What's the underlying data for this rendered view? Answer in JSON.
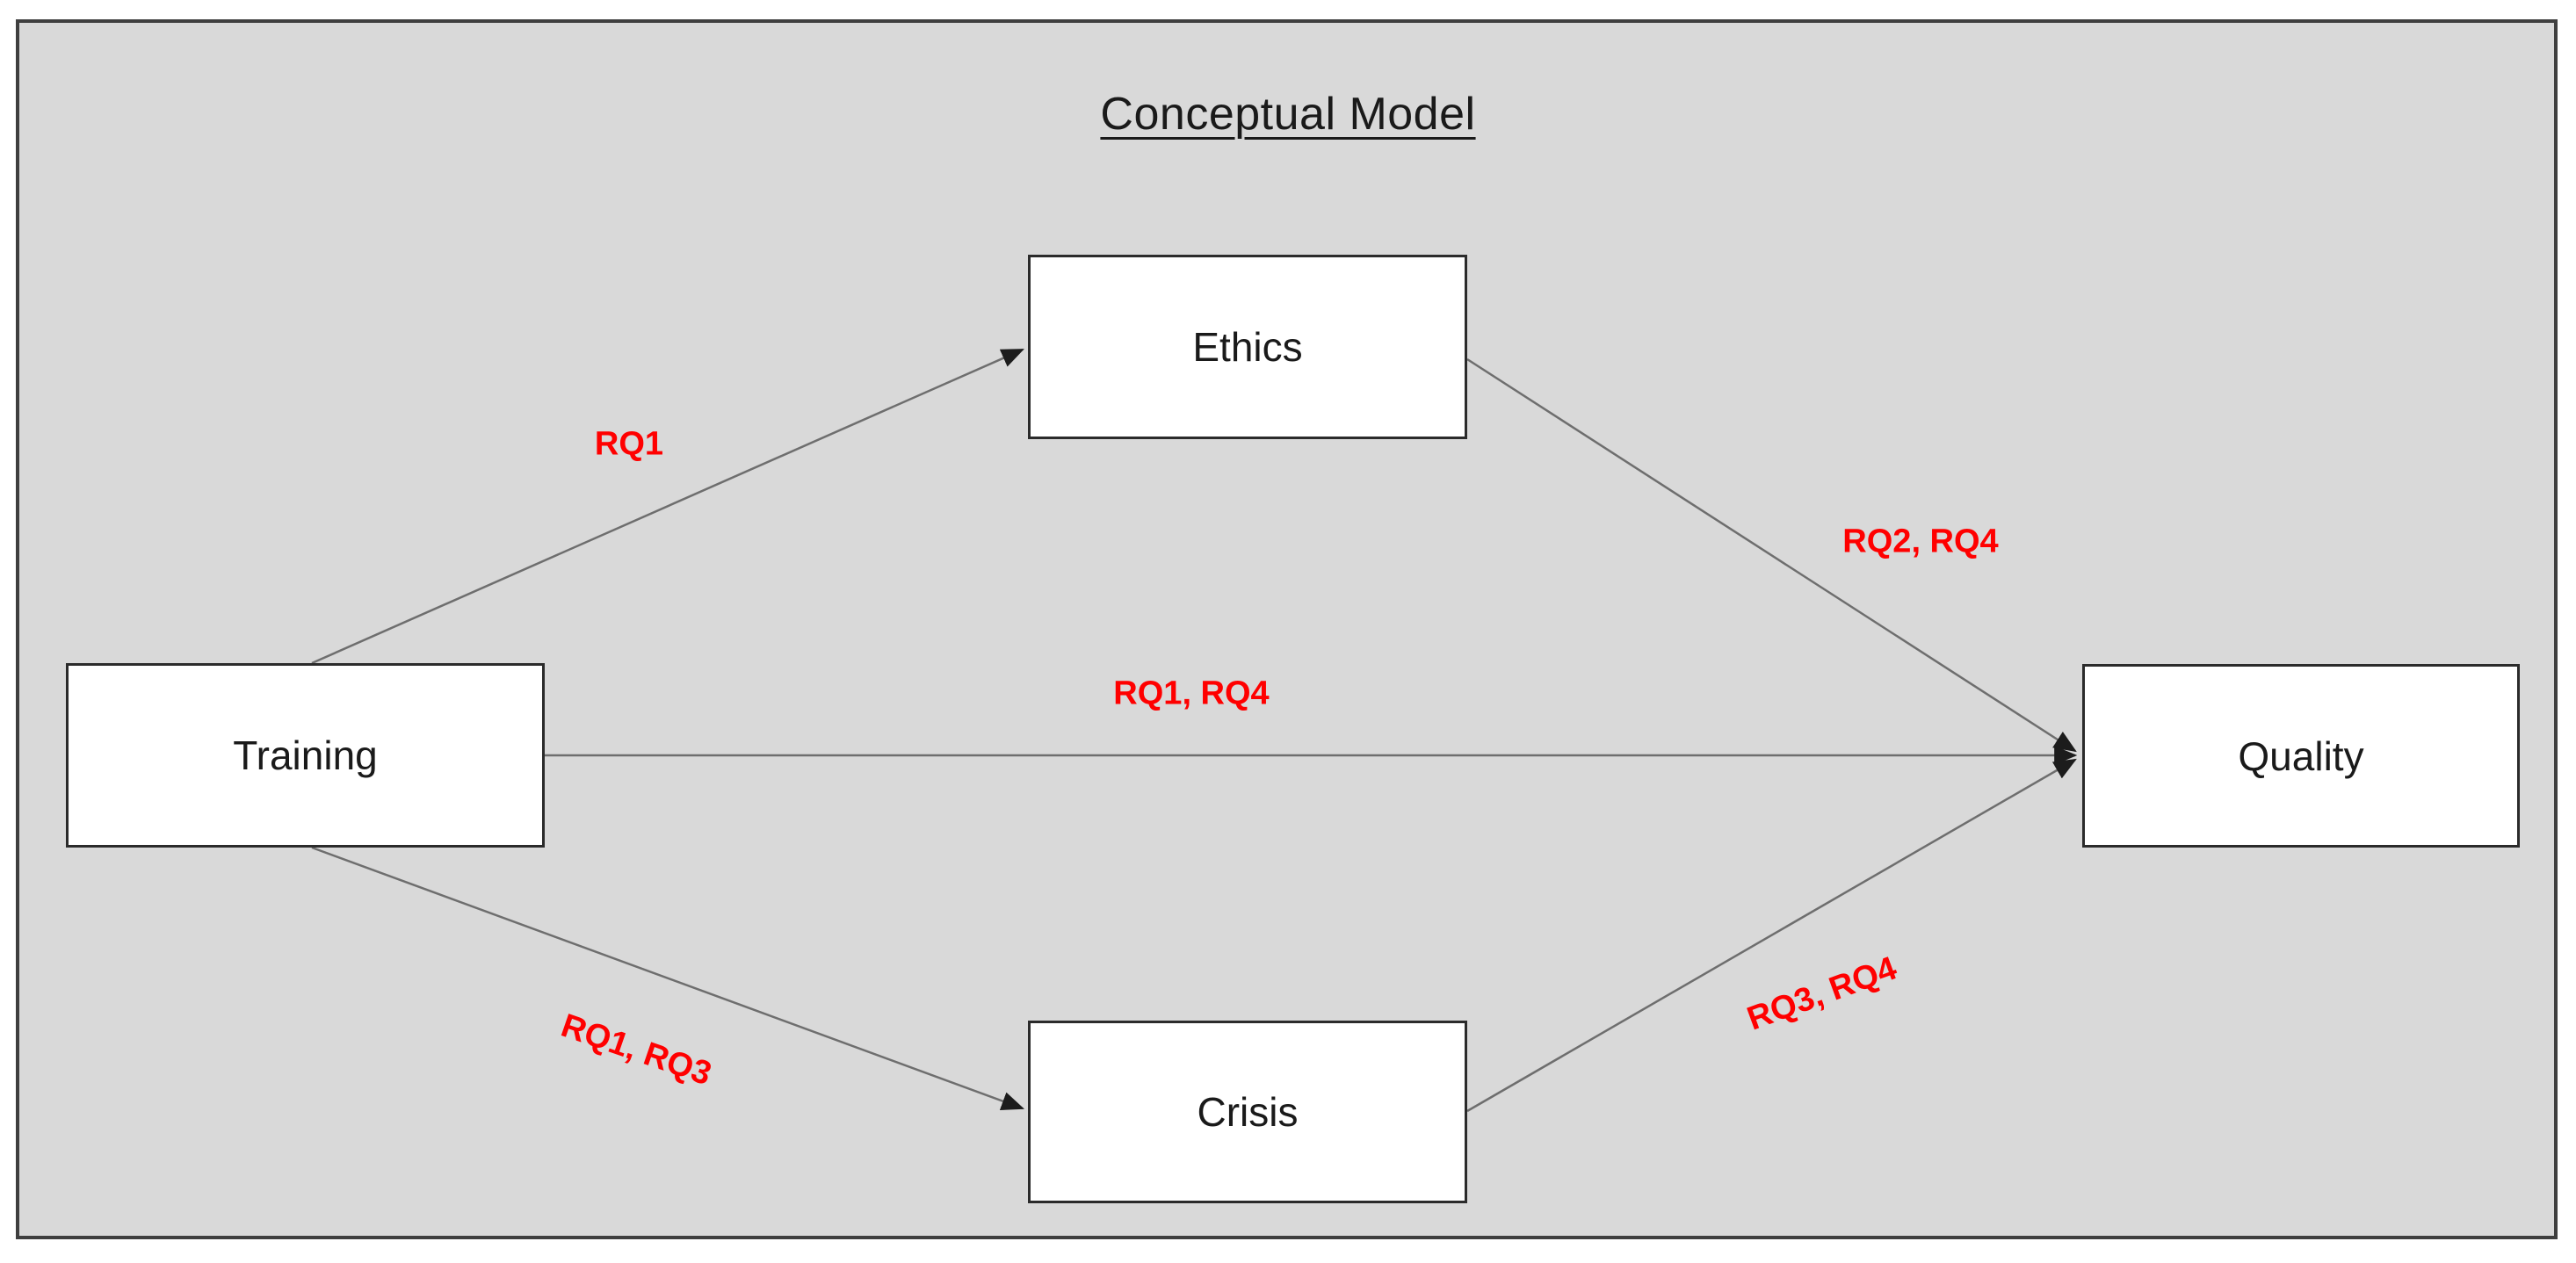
{
  "title": "Conceptual Model",
  "colors": {
    "panel_background": "#d9d9d9",
    "panel_border": "#3f3f3f",
    "node_fill": "#ffffff",
    "node_border": "#2b2b2b",
    "arrow_line": "#6e6e6e",
    "arrowhead": "#1c1c1c",
    "text": "#1a1a1a",
    "edge_label": "#ff0000"
  },
  "nodes": [
    {
      "id": "training",
      "label": "Training"
    },
    {
      "id": "ethics",
      "label": "Ethics"
    },
    {
      "id": "crisis",
      "label": "Crisis"
    },
    {
      "id": "quality",
      "label": "Quality"
    }
  ],
  "edges": [
    {
      "from": "training",
      "to": "ethics",
      "label": "RQ1"
    },
    {
      "from": "training",
      "to": "quality",
      "label": "RQ1, RQ4"
    },
    {
      "from": "ethics",
      "to": "quality",
      "label": "RQ2, RQ4"
    },
    {
      "from": "training",
      "to": "crisis",
      "label": "RQ1, RQ3"
    },
    {
      "from": "crisis",
      "to": "quality",
      "label": "RQ3, RQ4"
    }
  ]
}
